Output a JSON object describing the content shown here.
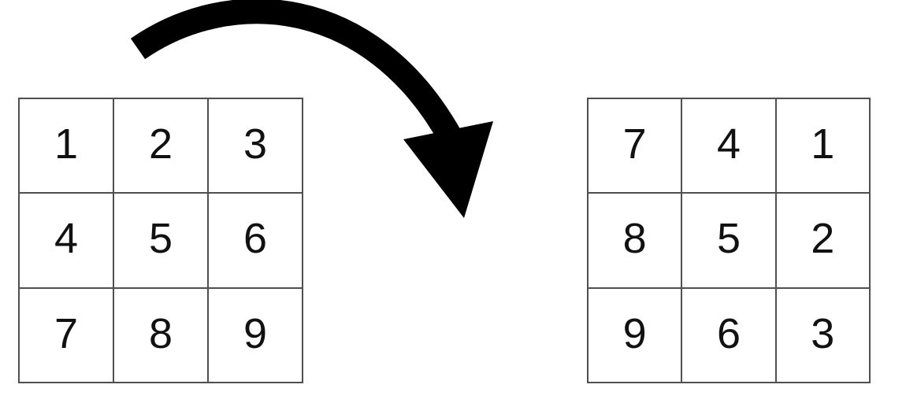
{
  "grids": {
    "before": {
      "rows": [
        [
          "1",
          "2",
          "3"
        ],
        [
          "4",
          "5",
          "6"
        ],
        [
          "7",
          "8",
          "9"
        ]
      ]
    },
    "after": {
      "rows": [
        [
          "7",
          "4",
          "1"
        ],
        [
          "8",
          "5",
          "2"
        ],
        [
          "9",
          "6",
          "3"
        ]
      ]
    }
  },
  "arrow": {
    "icon": "curved-clockwise-rotation-arrow-icon",
    "color": "#000000"
  },
  "colors": {
    "background": "#ffffff",
    "grid_border": "#4f4f4f",
    "digit": "#111111"
  }
}
